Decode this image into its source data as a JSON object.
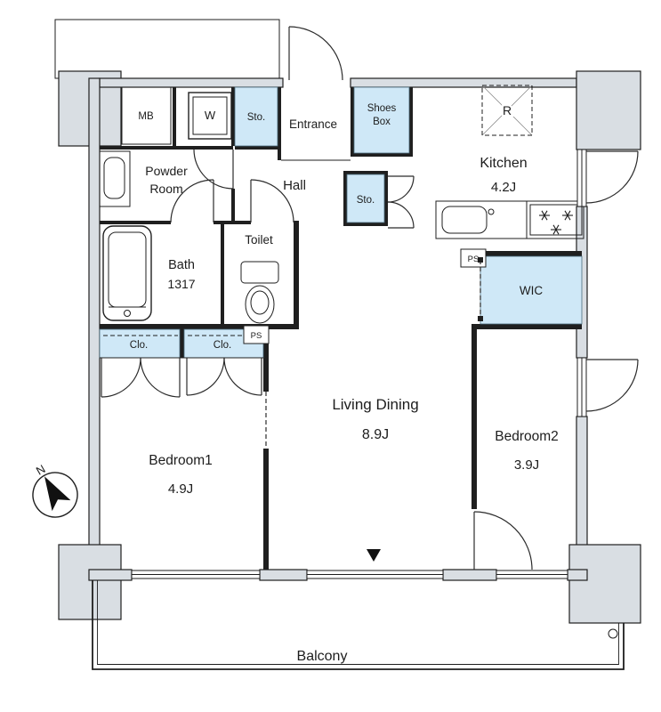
{
  "colors": {
    "wall_fill": "#d9dee3",
    "storage_fill": "#cfe8f7",
    "line": "#1f1f1f",
    "background": "#ffffff"
  },
  "compass": {
    "north_label": "N"
  },
  "rooms": {
    "entrance": {
      "label": "Entrance"
    },
    "hall": {
      "label": "Hall"
    },
    "kitchen": {
      "label": "Kitchen",
      "area": "4.2J"
    },
    "living_dining": {
      "label": "Living Dining",
      "area": "8.9J"
    },
    "bedroom1": {
      "label": "Bedroom1",
      "area": "4.9J"
    },
    "bedroom2": {
      "label": "Bedroom2",
      "area": "3.9J"
    },
    "bath": {
      "label": "Bath",
      "area": "1317"
    },
    "powder_room": {
      "line1": "Powder",
      "line2": "Room"
    },
    "toilet": {
      "label": "Toilet"
    },
    "wic": {
      "label": "WIC"
    },
    "balcony": {
      "label": "Balcony"
    }
  },
  "fixtures": {
    "meter_box": "MB",
    "washer": "W",
    "storage_top": "Sto.",
    "storage_hall": "Sto.",
    "shoes_box": {
      "line1": "Shoes",
      "line2": "Box"
    },
    "closet_left": "Clo.",
    "closet_right": "Clo.",
    "pipe_space_1": "PS",
    "pipe_space_2": "PS",
    "refrigerator": "R"
  }
}
